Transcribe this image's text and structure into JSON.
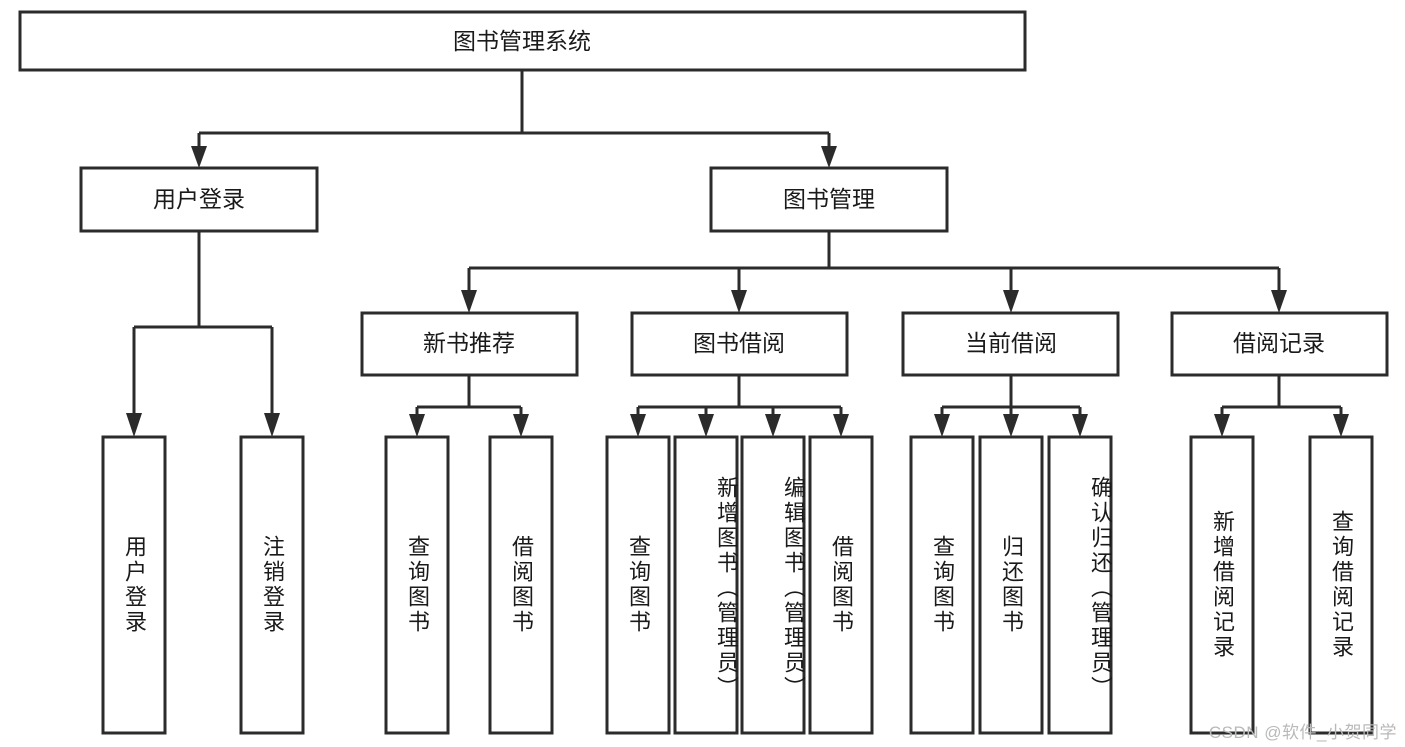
{
  "diagram": {
    "type": "tree-hierarchy-flowchart",
    "title": "图书管理系统",
    "root": {
      "id": "root",
      "label": "图书管理系统",
      "level": 0,
      "orientation": "horizontal"
    },
    "level1": [
      {
        "id": "user-login",
        "label": "用户登录",
        "orientation": "horizontal"
      },
      {
        "id": "book-management",
        "label": "图书管理",
        "orientation": "horizontal"
      }
    ],
    "level2": [
      {
        "id": "new-book-recommend",
        "label": "新书推荐",
        "parent": "book-management",
        "orientation": "horizontal"
      },
      {
        "id": "book-borrow",
        "label": "图书借阅",
        "parent": "book-management",
        "orientation": "horizontal"
      },
      {
        "id": "current-borrow",
        "label": "当前借阅",
        "parent": "book-management",
        "orientation": "horizontal"
      },
      {
        "id": "borrow-record",
        "label": "借阅记录",
        "parent": "book-management",
        "orientation": "horizontal"
      }
    ],
    "leaves": [
      {
        "id": "leaf-user-login",
        "label": "用户登录",
        "parent": "user-login",
        "orientation": "vertical"
      },
      {
        "id": "leaf-logout-login",
        "label": "注销登录",
        "parent": "user-login",
        "orientation": "vertical"
      },
      {
        "id": "leaf-query-book-1",
        "label": "查询图书",
        "parent": "new-book-recommend",
        "orientation": "vertical"
      },
      {
        "id": "leaf-borrow-book-1",
        "label": "借阅图书",
        "parent": "new-book-recommend",
        "orientation": "vertical"
      },
      {
        "id": "leaf-query-book-2",
        "label": "查询图书",
        "parent": "book-borrow",
        "orientation": "vertical"
      },
      {
        "id": "leaf-add-book",
        "label": "新增图书（管理员）",
        "parent": "book-borrow",
        "orientation": "vertical"
      },
      {
        "id": "leaf-edit-book",
        "label": "编辑图书（管理员）",
        "parent": "book-borrow",
        "orientation": "vertical"
      },
      {
        "id": "leaf-borrow-book-2",
        "label": "借阅图书",
        "parent": "book-borrow",
        "orientation": "vertical"
      },
      {
        "id": "leaf-query-book-3",
        "label": "查询图书",
        "parent": "current-borrow",
        "orientation": "vertical"
      },
      {
        "id": "leaf-return-book",
        "label": "归还图书",
        "parent": "current-borrow",
        "orientation": "vertical"
      },
      {
        "id": "leaf-confirm-return",
        "label": "确认归还（管理员）",
        "parent": "current-borrow",
        "orientation": "vertical"
      },
      {
        "id": "leaf-add-record",
        "label": "新增借阅记录",
        "parent": "borrow-record",
        "orientation": "vertical"
      },
      {
        "id": "leaf-query-record",
        "label": "查询借阅记录",
        "parent": "borrow-record",
        "orientation": "vertical"
      }
    ],
    "colors": {
      "stroke": "#2b2b2b",
      "fill": "#ffffff",
      "text": "#1a1a1a",
      "background": "#ffffff",
      "watermark": "#b9b9b9"
    }
  },
  "watermark": {
    "text": "CSDN @软件_小贺同学"
  }
}
